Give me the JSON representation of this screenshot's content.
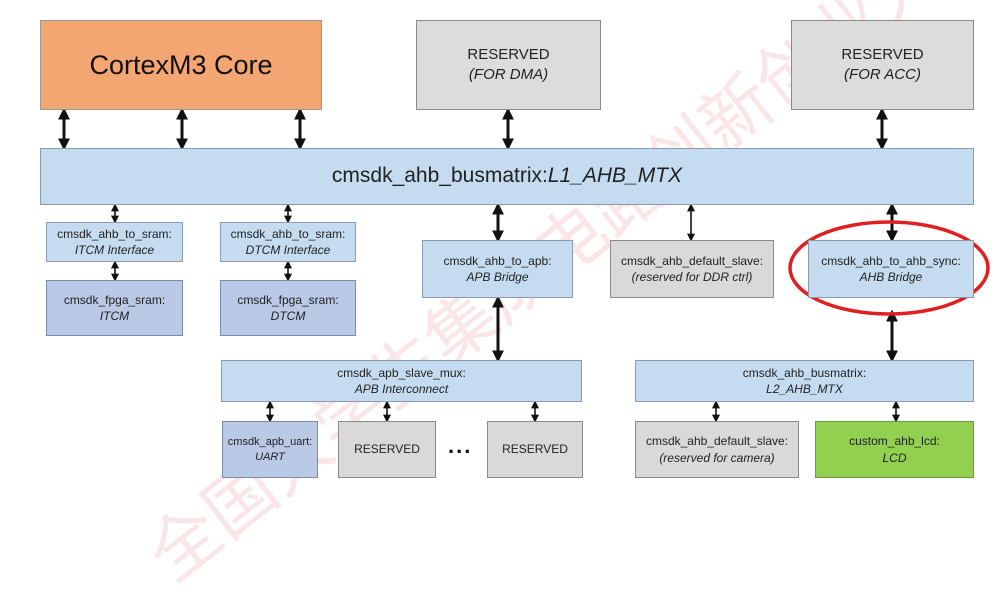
{
  "watermark": "全国大学生集成电路创新创业大赛 Arm杯",
  "blocks": {
    "core": {
      "line1": "CortexM3 Core"
    },
    "reserved_dma": {
      "line1": "RESERVED",
      "line2": "(FOR DMA)"
    },
    "reserved_acc": {
      "line1": "RESERVED",
      "line2": "(FOR ACC)"
    },
    "l1_matrix": {
      "line1": "cmsdk_ahb_busmatrix:",
      "line2": "L1_AHB_MTX"
    },
    "itcm_if": {
      "line1": "cmsdk_ahb_to_sram:",
      "line2": "ITCM Interface"
    },
    "dtcm_if": {
      "line1": "cmsdk_ahb_to_sram:",
      "line2": "DTCM Interface"
    },
    "itcm": {
      "line1": "cmsdk_fpga_sram:",
      "line2": "ITCM"
    },
    "dtcm": {
      "line1": "cmsdk_fpga_sram:",
      "line2": "DTCM"
    },
    "apb_bridge": {
      "line1": "cmsdk_ahb_to_apb:",
      "line2": "APB Bridge"
    },
    "default_slave_ddr": {
      "line1": "cmsdk_ahb_default_slave:",
      "line2": "(reserved for DDR ctrl)"
    },
    "ahb_bridge": {
      "line1": "cmsdk_ahb_to_ahb_sync:",
      "line2": "AHB Bridge"
    },
    "apb_mux": {
      "line1": "cmsdk_apb_slave_mux:",
      "line2": "APB Interconnect"
    },
    "l2_matrix": {
      "line1": "cmsdk_ahb_busmatrix:",
      "line2": "L2_AHB_MTX"
    },
    "uart": {
      "line1": "cmsdk_apb_uart:",
      "line2": "UART"
    },
    "reserved_apb1": {
      "line1": "RESERVED"
    },
    "ellipsis": {
      "line1": "..."
    },
    "reserved_apb2": {
      "line1": "RESERVED"
    },
    "default_slave_cam": {
      "line1": "cmsdk_ahb_default_slave:",
      "line2": "(reserved for camera)"
    },
    "lcd": {
      "line1": "custom_ahb_lcd:",
      "line2": "LCD"
    }
  },
  "colors": {
    "core": "#f4a672",
    "reserved": "#dcdcdc",
    "bus": "#c5dcf0",
    "sram": "#b9c9e6",
    "lcd": "#92d050",
    "highlight": "#e02020",
    "arrow": "#111111"
  }
}
